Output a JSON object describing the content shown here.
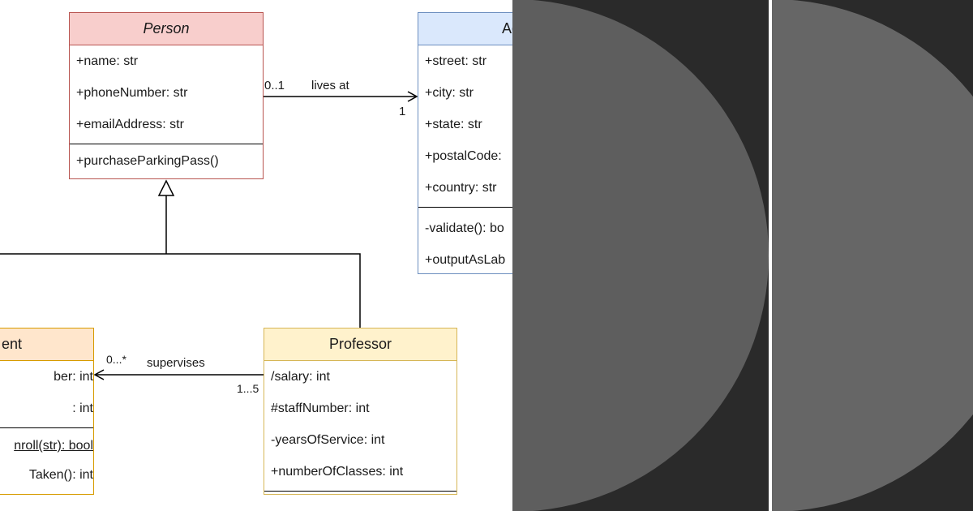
{
  "colors": {
    "person_fill": "#f8cecc",
    "person_stroke": "#b85450",
    "address_fill": "#dae8fc",
    "address_stroke": "#6c8ebf",
    "student_fill": "#ffe6cc",
    "student_stroke": "#d79b00",
    "professor_fill": "#fff2cc",
    "professor_stroke": "#d6b656",
    "panel_bg": "#2a2a2a",
    "disc_a": "#5e5e5e",
    "disc_b": "#666666"
  },
  "person": {
    "name": "Person",
    "attributes": [
      "+name: str",
      "+phoneNumber: str",
      "+emailAddress: str"
    ],
    "operations": [
      "+purchaseParkingPass()"
    ]
  },
  "address": {
    "name": "Add",
    "attributes": [
      "+street: str",
      "+city: str",
      "+state: str",
      "+postalCode:",
      "+country: str"
    ],
    "operations": [
      "-validate(): bo",
      "+outputAsLab"
    ]
  },
  "student": {
    "name": "ent",
    "attributes": [
      "ber: int",
      ": int"
    ],
    "operations": [
      "nroll(str): bool",
      "Taken(): int"
    ]
  },
  "professor": {
    "name": "Professor",
    "attributes": [
      "/salary: int",
      "#staffNumber: int",
      "-yearsOfService: int",
      "+numberOfClasses: int"
    ]
  },
  "associations": {
    "lives_at": {
      "label": "lives at",
      "source_mult": "0..1",
      "target_mult": "1"
    },
    "supervises": {
      "label": "supervises",
      "target_mult": "0...*",
      "source_mult": "1...5"
    }
  }
}
